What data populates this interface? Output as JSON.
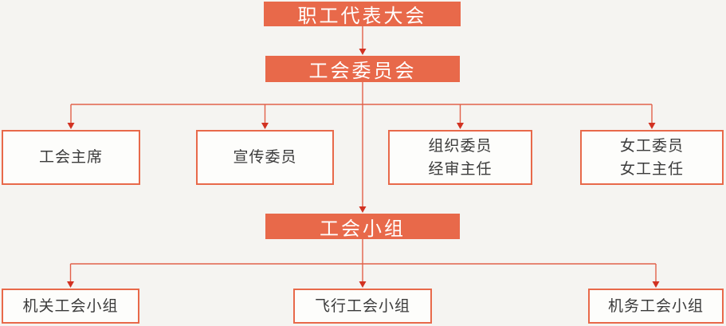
{
  "palette": {
    "background": "#F5F4F1",
    "node_fill": "#E8694A",
    "node_text_color": "#FFFFFF",
    "box_border": "#E8694A",
    "box_fill": "#FDFDFB",
    "box_text_color": "#3B3B3B",
    "connector_line": "#E2614A",
    "connector_arrow": "#D23222"
  },
  "org": {
    "level1": {
      "label": "职工代表大会"
    },
    "level2": {
      "label": "工会委员会"
    },
    "level3": [
      {
        "lines": [
          "工会主席"
        ]
      },
      {
        "lines": [
          "宣传委员"
        ]
      },
      {
        "lines": [
          "组织委员",
          "经审主任"
        ]
      },
      {
        "lines": [
          "女工委员",
          "女工主任"
        ]
      }
    ],
    "level4": {
      "label": "工会小组"
    },
    "level5": [
      {
        "label": "机关工会小组"
      },
      {
        "label": "飞行工会小组"
      },
      {
        "label": "机务工会小组"
      }
    ]
  }
}
